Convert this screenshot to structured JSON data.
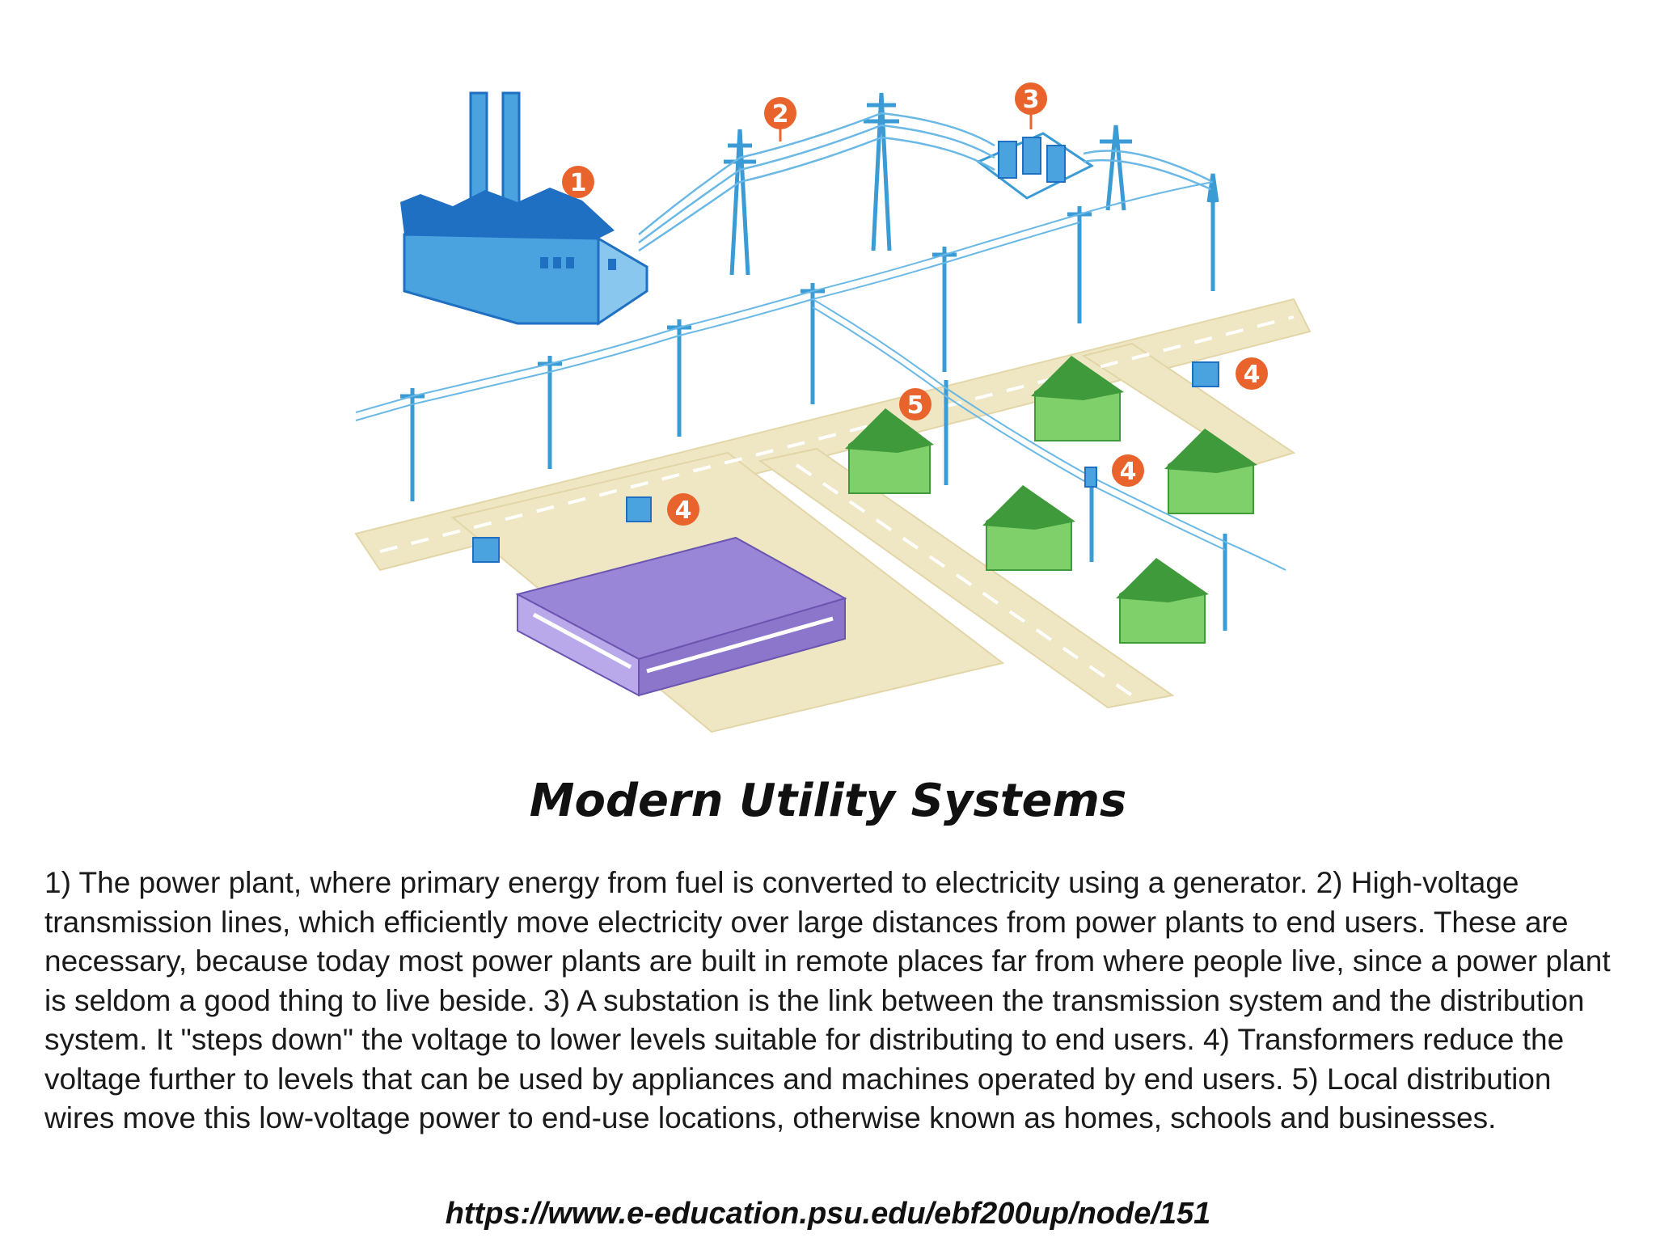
{
  "diagram": {
    "markers": [
      "1",
      "2",
      "3",
      "4",
      "5"
    ],
    "colors": {
      "plant_blue": "#4aa3df",
      "plant_roof": "#1f6fc2",
      "pole_blue": "#3a9bd5",
      "road": "#efe6c3",
      "house_green": "#7fcf6a",
      "house_roof": "#3e9a3a",
      "office_purple": "#9a86d6",
      "badge_orange": "#e8642c"
    }
  },
  "title": "Modern Utility Systems",
  "caption": "1) The power plant, where primary energy from fuel is converted to electricity using a generator. 2) High-voltage transmission lines, which efficiently move electricity over large distances from power plants to end users. These are necessary, because today most power plants are built in remote places far from where people live, since a power plant is seldom a good thing to live beside. 3) A substation is the link between the transmission system and the distribution system. It \"steps down\" the voltage to lower levels suitable for distributing to end users. 4) Transformers reduce the voltage further to levels that can be used by appliances and machines operated by end users. 5) Local distribution wires move this low-voltage power to end-use locations, otherwise known as homes, schools and businesses.",
  "source": "https://www.e-education.psu.edu/ebf200up/node/151"
}
